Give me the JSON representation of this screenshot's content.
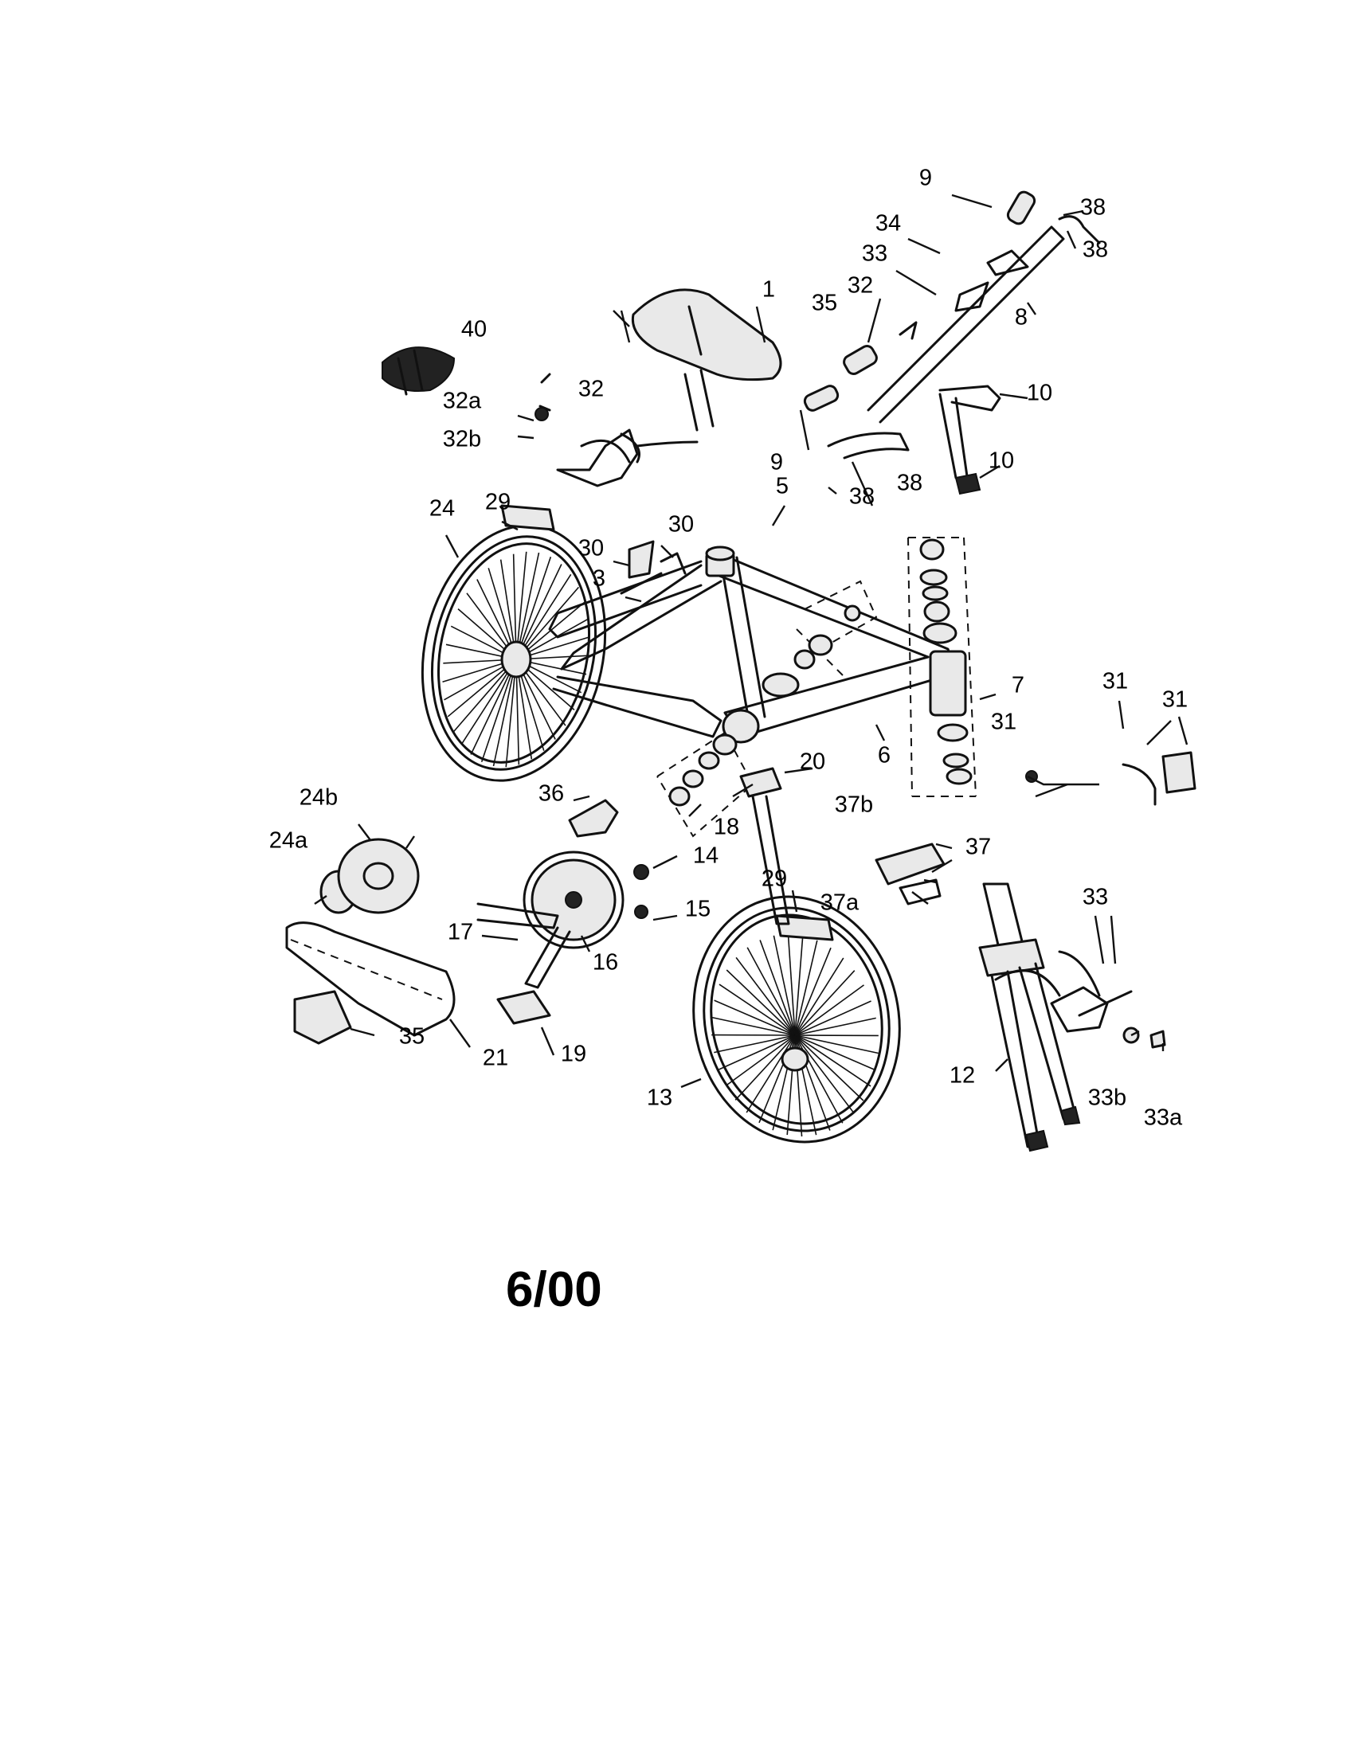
{
  "callouts": [
    "1",
    "3",
    "5",
    "6",
    "7",
    "8",
    "9",
    "9",
    "10",
    "10",
    "12",
    "13",
    "14",
    "15",
    "16",
    "17",
    "18",
    "19",
    "20",
    "21",
    "24",
    "24a",
    "24b",
    "29",
    "29",
    "30",
    "30",
    "31",
    "31",
    "31",
    "32",
    "32",
    "32a",
    "32b",
    "33",
    "33",
    "33a",
    "33b",
    "34",
    "35",
    "35",
    "36",
    "37",
    "37a",
    "37b",
    "38",
    "38",
    "38",
    "38",
    "40"
  ],
  "date_label": "6/00"
}
